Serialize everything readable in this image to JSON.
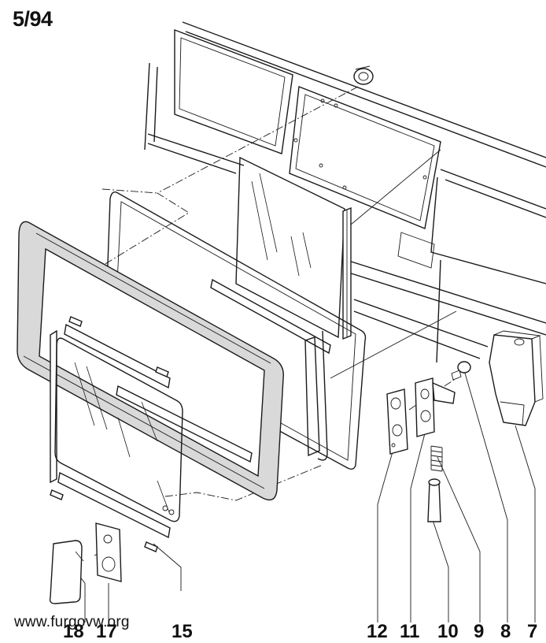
{
  "diagram": {
    "page_number": "5/94",
    "watermark": "www.furgovw.org",
    "callouts": [
      "18",
      "17",
      "15",
      "12",
      "11",
      "10",
      "9",
      "8",
      "7"
    ]
  }
}
